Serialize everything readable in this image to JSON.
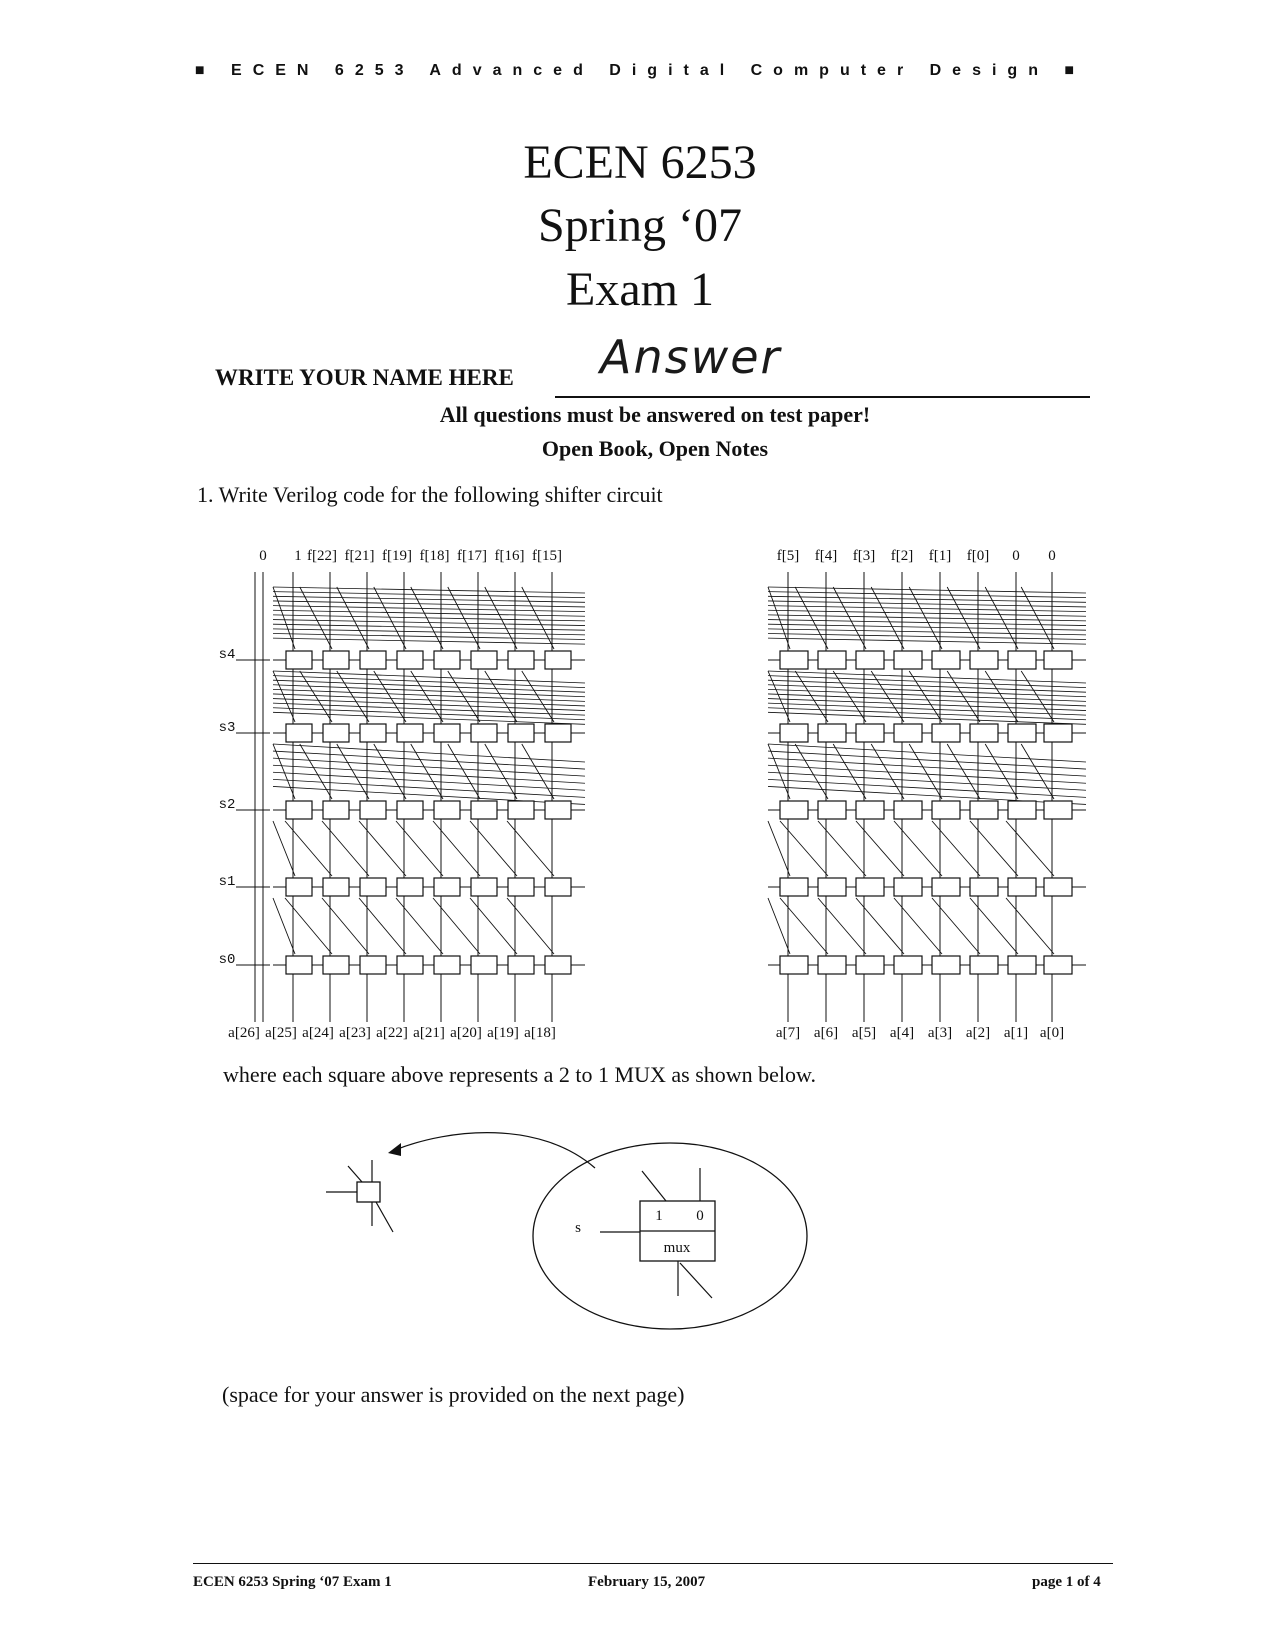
{
  "header": {
    "left_mark": "■",
    "text": "ECEN 6253 Advanced Digital Computer Design",
    "right_mark": "■"
  },
  "title": {
    "line1": "ECEN 6253",
    "line2": "Spring ‘07",
    "line3": "Exam 1"
  },
  "name_field": {
    "label": "WRITE YOUR NAME HERE",
    "handwritten_value": "Answer"
  },
  "instructions": {
    "line1": "All questions must be answered on test paper!",
    "line2": "Open Book, Open Notes"
  },
  "question1": {
    "prompt": "1. Write Verilog code for the following shifter circuit",
    "left_top_labels": [
      "0",
      "1",
      "f[22]",
      "f[21]",
      "f[19]",
      "f[18]",
      "f[17]",
      "f[16]",
      "f[15]"
    ],
    "right_top_labels": [
      "f[5]",
      "f[4]",
      "f[3]",
      "f[2]",
      "f[1]",
      "f[0]",
      "0",
      "0"
    ],
    "stage_labels": [
      "s4",
      "s3",
      "s2",
      "s1",
      "s0"
    ],
    "left_bottom_labels": [
      "a[26]",
      "a[25]",
      "a[24]",
      "a[23]",
      "a[22]",
      "a[21]",
      "a[20]",
      "a[19]",
      "a[18]"
    ],
    "right_bottom_labels": [
      "a[7]",
      "a[6]",
      "a[5]",
      "a[4]",
      "a[3]",
      "a[2]",
      "a[1]",
      "a[0]"
    ],
    "mux_note": "where each square above represents a 2 to 1 MUX as shown below.",
    "mux": {
      "select_label": "s",
      "input_1": "1",
      "input_0": "0",
      "name": "mux"
    },
    "answer_note": "(space for your answer is provided on the next page)"
  },
  "footer": {
    "left": "ECEN 6253 Spring ‘07 Exam 1",
    "center": "February 15, 2007",
    "right": "page 1 of 4"
  }
}
